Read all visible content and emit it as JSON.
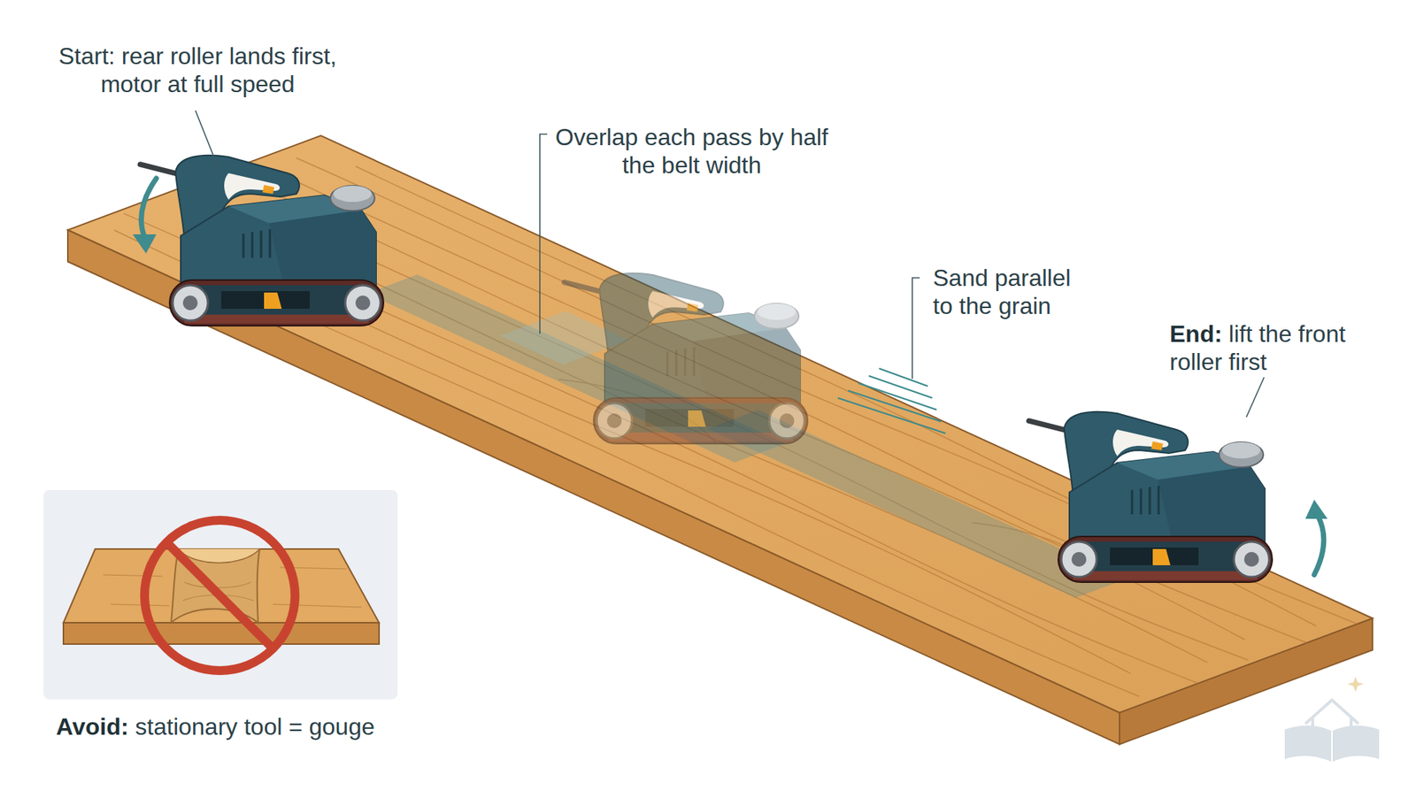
{
  "diagram": {
    "labels": [
      "Start: rear roller lands first, motor at full speed",
      "Overlap each pass by half the belt width",
      "Sand parallel to the grain",
      "End:",
      "lift the front roller first",
      "Avoid:",
      "stationary tool = gouge"
    ]
  }
}
